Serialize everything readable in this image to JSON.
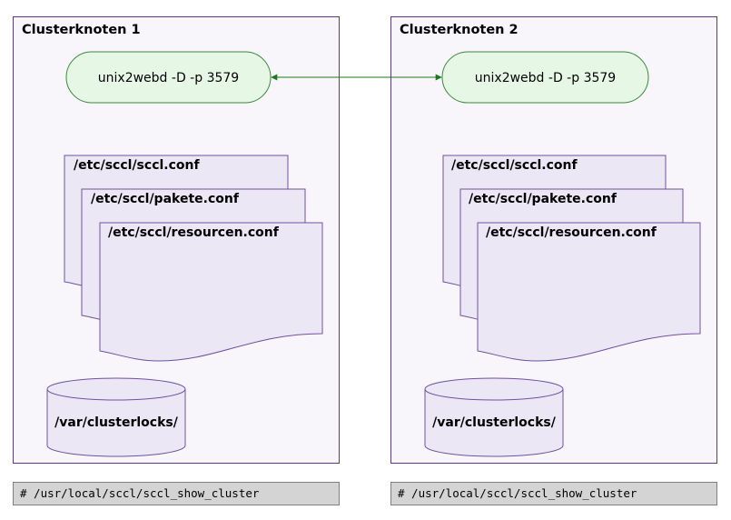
{
  "nodes": [
    {
      "title": "Clusterknoten 1",
      "process": "unix2webd -D -p 3579",
      "files": [
        "/etc/sccl/sccl.conf",
        "/etc/sccl/pakete.conf",
        "/etc/sccl/resourcen.conf"
      ],
      "storage": "/var/clusterlocks/",
      "command": "# /usr/local/sccl/sccl_show_cluster"
    },
    {
      "title": "Clusterknoten 2",
      "process": "unix2webd -D -p 3579",
      "files": [
        "/etc/sccl/sccl.conf",
        "/etc/sccl/pakete.conf",
        "/etc/sccl/resourcen.conf"
      ],
      "storage": "/var/clusterlocks/",
      "command": "# /usr/local/sccl/sccl_show_cluster"
    }
  ],
  "colors": {
    "cluster_border": "#5a3a8a",
    "cluster_fill": "#f8f6fb",
    "process_fill": "#e6f7e6",
    "process_border": "#3a8a3a",
    "doc_fill": "#ece7f5",
    "doc_border": "#7050a0",
    "link": "#1a7a1a",
    "command_fill": "#d4d4d4",
    "command_border": "#808080"
  }
}
